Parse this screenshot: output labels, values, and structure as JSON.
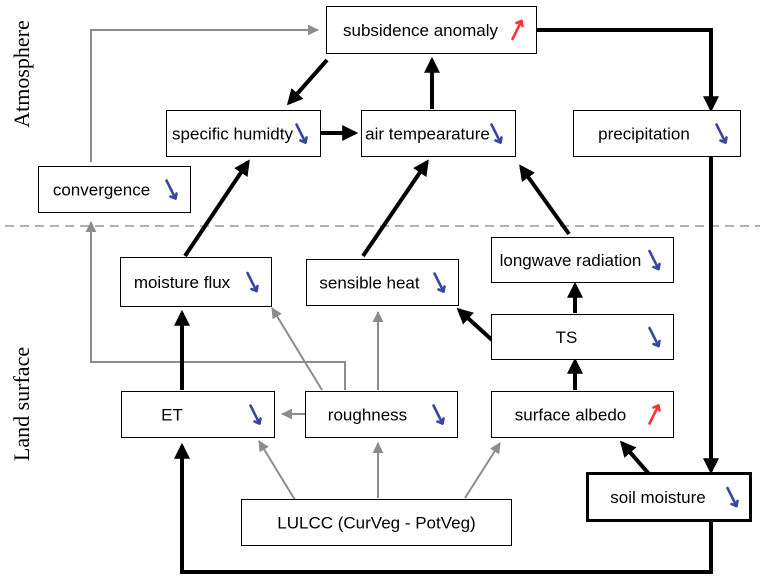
{
  "regions": {
    "atmosphere": "Atmosphere",
    "land_surface": "Land surface"
  },
  "nodes": {
    "subsidence_anomaly": {
      "label": "subsidence anomaly",
      "trend": "up"
    },
    "specific_humidity": {
      "label": "specific humidty",
      "trend": "down"
    },
    "air_temperature": {
      "label": "air tempearature",
      "trend": "down"
    },
    "precipitation": {
      "label": "precipitation",
      "trend": "down"
    },
    "convergence": {
      "label": "convergence",
      "trend": "down"
    },
    "moisture_flux": {
      "label": "moisture flux",
      "trend": "down"
    },
    "sensible_heat": {
      "label": "sensible heat",
      "trend": "down"
    },
    "longwave_radiation": {
      "label": "longwave radiation",
      "trend": "down"
    },
    "ts": {
      "label": "TS",
      "trend": "down"
    },
    "et": {
      "label": "ET",
      "trend": "down"
    },
    "roughness": {
      "label": "roughness",
      "trend": "down"
    },
    "surface_albedo": {
      "label": "surface albedo",
      "trend": "up"
    },
    "soil_moisture": {
      "label": "soil moisture",
      "trend": "down"
    },
    "lulcc": {
      "label": "LULCC (CurVeg - PotVeg)",
      "trend": "none"
    }
  },
  "colors": {
    "up_arrow": "#ff3333",
    "down_arrow": "#3a45a0",
    "strong_link": "#000000",
    "weak_link": "#8c8c8c",
    "divider": "#999999"
  }
}
